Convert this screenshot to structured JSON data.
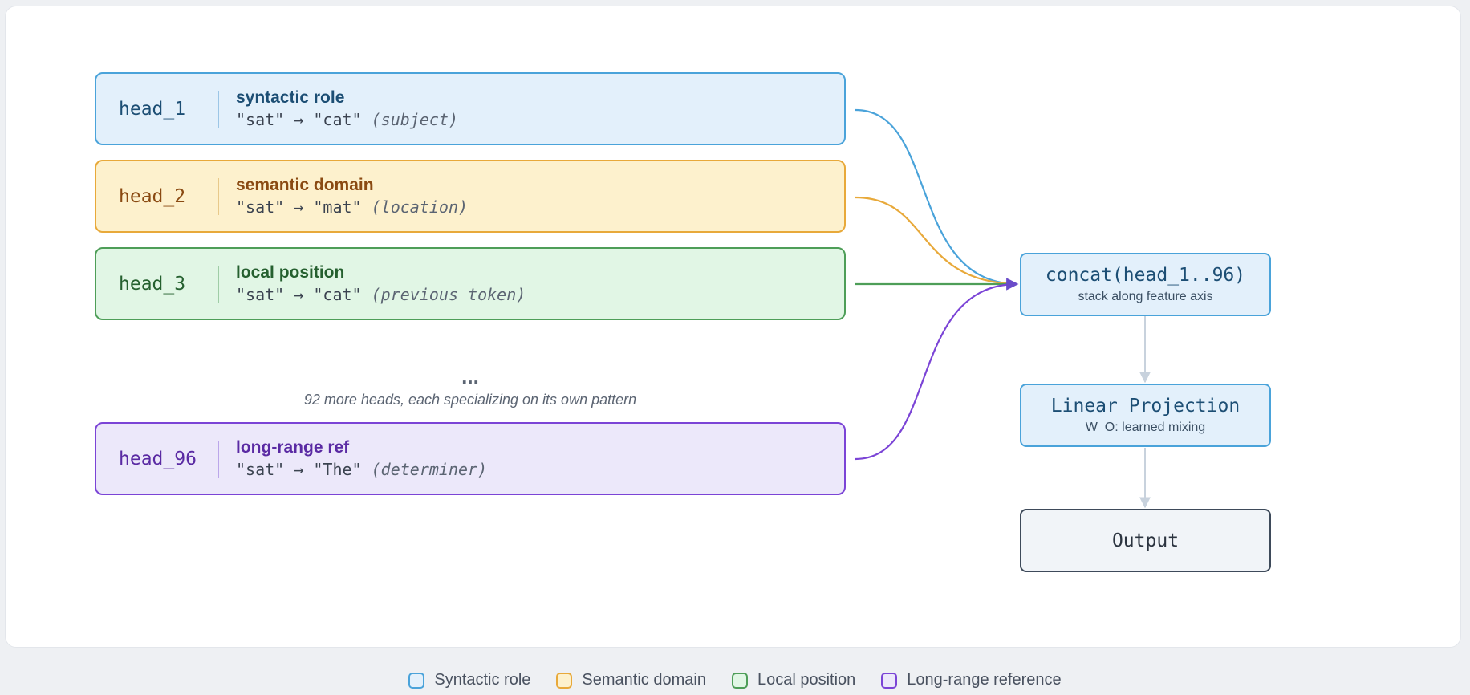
{
  "colors": {
    "blue": {
      "border": "#4aa3da",
      "fill": "#e3f0fb",
      "text": "#1c4e74",
      "sep": "#9cc6e6"
    },
    "orange": {
      "border": "#e8a93a",
      "fill": "#fdf1cd",
      "text": "#8a4a12",
      "sep": "#e8c98a"
    },
    "green": {
      "border": "#4e9e58",
      "fill": "#e1f6e5",
      "text": "#25602f",
      "sep": "#9fcda6"
    },
    "purple": {
      "border": "#7b44d6",
      "fill": "#ece8fa",
      "text": "#5a2aa3",
      "sep": "#bba6ea"
    },
    "arrow_gray": "#c8d2dd"
  },
  "heads": [
    {
      "name": "head_1",
      "title": "syntactic role",
      "from": "\"sat\"",
      "arrow": "→",
      "to": "\"cat\"",
      "note": "(subject)",
      "color": "blue"
    },
    {
      "name": "head_2",
      "title": "semantic domain",
      "from": "\"sat\"",
      "arrow": "→",
      "to": "\"mat\"",
      "note": "(location)",
      "color": "orange"
    },
    {
      "name": "head_3",
      "title": "local position",
      "from": "\"sat\"",
      "arrow": "→",
      "to": "\"cat\"",
      "note": "(previous token)",
      "color": "green"
    },
    {
      "name": "head_96",
      "title": "long-range ref",
      "from": "\"sat\"",
      "arrow": "→",
      "to": "\"The\"",
      "note": "(determiner)",
      "color": "purple"
    }
  ],
  "ellipsis": "...",
  "more_heads_note": "92 more heads, each specializing on its own pattern",
  "concat": {
    "title": "concat(head_1..96)",
    "subtitle": "stack along feature axis"
  },
  "projection": {
    "title": "Linear Projection",
    "subtitle": "W_O: learned mixing"
  },
  "output": {
    "title": "Output"
  },
  "legend": [
    {
      "label": "Syntactic role",
      "color": "blue"
    },
    {
      "label": "Semantic domain",
      "color": "orange"
    },
    {
      "label": "Local position",
      "color": "green"
    },
    {
      "label": "Long-range reference",
      "color": "purple"
    }
  ]
}
